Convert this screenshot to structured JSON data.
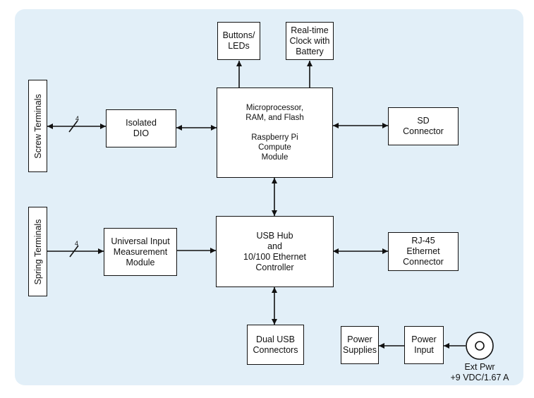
{
  "diagram": {
    "blocks": {
      "buttons_leds": "Buttons/\nLEDs",
      "rtc": "Real-time\nClock with\nBattery",
      "cpu": "Microprocessor,\nRAM, and Flash\n\nRaspberry Pi\nCompute\nModule",
      "isolated_dio": "Isolated\nDIO",
      "sd": "SD\nConnector",
      "usb_hub": "USB Hub\nand\n10/100 Ethernet\nController",
      "universal_input": "Universal Input\nMeasurement\nModule",
      "rj45": "RJ-45\nEthernet\nConnector",
      "dual_usb": "Dual USB\nConnectors",
      "power_supplies": "Power\nSupplies",
      "power_input": "Power\nInput"
    },
    "terminals": {
      "screw": "Screw Terminals",
      "spring": "Spring Terminals"
    },
    "bus_labels": {
      "screw": "4",
      "spring": "4"
    },
    "ext_power": {
      "label": "Ext Pwr\n+9 VDC/1.67 A"
    }
  }
}
